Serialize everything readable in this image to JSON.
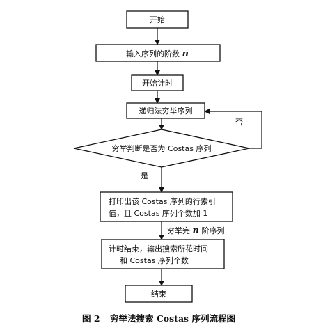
{
  "nodes": {
    "start": "开始",
    "input_order": [
      "输入序列的阶数 ",
      "n"
    ],
    "start_timer": "开始计时",
    "recursive_enum": "递归法穷举序列",
    "decision": "穷举判断是否为 Costas 序列",
    "print_index": [
      "打印出该 Costas 序列的行索引",
      "值，且 Costas 序列个数加 1"
    ],
    "timer_end": [
      "计时结束，输出搜索所花时间",
      "和 Costas 序列个数"
    ],
    "end": "结束"
  },
  "edges": {
    "no_label": "否",
    "yes_label": "是",
    "enum_done": [
      "穷举完 ",
      "n",
      " 阶序列"
    ]
  },
  "caption": {
    "figure_number": "图 2",
    "title": "穷举法搜索 Costas 序列流程图"
  },
  "colors": {
    "stroke": "#111111",
    "fill": "#ffffff"
  }
}
